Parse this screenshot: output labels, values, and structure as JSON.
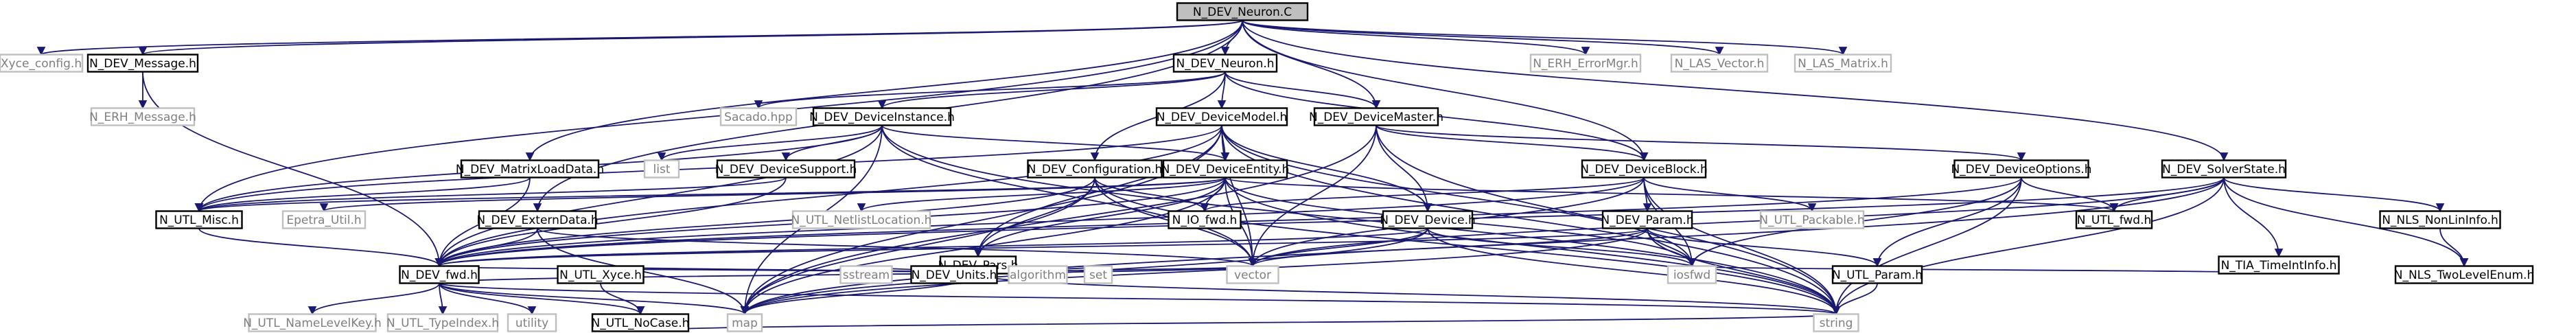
{
  "graph": {
    "root": "N_DEV_Neuron.C",
    "nodes": [
      {
        "id": "N_DEV_Neuron.C",
        "style": "root"
      },
      {
        "id": "Xyce_config.h",
        "style": "ext"
      },
      {
        "id": "N_DEV_Message.h",
        "style": "boxed"
      },
      {
        "id": "N_ERH_Message.h",
        "style": "ext"
      },
      {
        "id": "N_DEV_Neuron.h",
        "style": "boxed"
      },
      {
        "id": "Sacado.hpp",
        "style": "ext"
      },
      {
        "id": "N_DEV_DeviceInstance.h",
        "style": "boxed"
      },
      {
        "id": "N_DEV_DeviceModel.h",
        "style": "boxed"
      },
      {
        "id": "N_DEV_DeviceMaster.h",
        "style": "boxed"
      },
      {
        "id": "N_ERH_ErrorMgr.h",
        "style": "ext"
      },
      {
        "id": "N_LAS_Vector.h",
        "style": "ext"
      },
      {
        "id": "N_LAS_Matrix.h",
        "style": "ext"
      },
      {
        "id": "N_DEV_MatrixLoadData.h",
        "style": "boxed"
      },
      {
        "id": "list",
        "style": "ext"
      },
      {
        "id": "N_DEV_DeviceSupport.h",
        "style": "boxed"
      },
      {
        "id": "N_DEV_Configuration.h",
        "style": "boxed"
      },
      {
        "id": "N_DEV_DeviceEntity.h",
        "style": "boxed"
      },
      {
        "id": "N_DEV_DeviceBlock.h",
        "style": "boxed"
      },
      {
        "id": "N_DEV_DeviceOptions.h",
        "style": "boxed"
      },
      {
        "id": "N_DEV_SolverState.h",
        "style": "boxed"
      },
      {
        "id": "N_UTL_Misc.h",
        "style": "boxed"
      },
      {
        "id": "Epetra_Util.h",
        "style": "ext"
      },
      {
        "id": "N_DEV_ExternData.h",
        "style": "boxed"
      },
      {
        "id": "N_UTL_NetlistLocation.h",
        "style": "ext"
      },
      {
        "id": "N_DEV_Pars.h",
        "style": "boxed"
      },
      {
        "id": "N_IO_fwd.h",
        "style": "boxed"
      },
      {
        "id": "N_DEV_Device.h",
        "style": "boxed"
      },
      {
        "id": "N_DEV_Param.h",
        "style": "boxed"
      },
      {
        "id": "N_UTL_Packable.h",
        "style": "ext"
      },
      {
        "id": "N_UTL_fwd.h",
        "style": "boxed"
      },
      {
        "id": "N_TIA_TimeIntInfo.h",
        "style": "boxed"
      },
      {
        "id": "N_NLS_NonLinInfo.h",
        "style": "boxed"
      },
      {
        "id": "N_DEV_fwd.h",
        "style": "boxed"
      },
      {
        "id": "N_UTL_Xyce.h",
        "style": "boxed"
      },
      {
        "id": "sstream",
        "style": "ext"
      },
      {
        "id": "N_DEV_Units.h",
        "style": "boxed"
      },
      {
        "id": "algorithm",
        "style": "ext"
      },
      {
        "id": "set",
        "style": "ext"
      },
      {
        "id": "vector",
        "style": "ext"
      },
      {
        "id": "iosfwd",
        "style": "ext"
      },
      {
        "id": "N_UTL_Param.h",
        "style": "boxed"
      },
      {
        "id": "N_NLS_TwoLevelEnum.h",
        "style": "boxed"
      },
      {
        "id": "N_UTL_NameLevelKey.h",
        "style": "ext"
      },
      {
        "id": "N_UTL_TypeIndex.h",
        "style": "ext"
      },
      {
        "id": "utility",
        "style": "ext"
      },
      {
        "id": "N_UTL_NoCase.h",
        "style": "boxed"
      },
      {
        "id": "map",
        "style": "ext"
      },
      {
        "id": "string",
        "style": "ext"
      }
    ],
    "edges": [
      [
        "N_DEV_Neuron.C",
        "Xyce_config.h"
      ],
      [
        "N_DEV_Neuron.C",
        "N_DEV_Message.h"
      ],
      [
        "N_DEV_Neuron.C",
        "N_DEV_Neuron.h"
      ],
      [
        "N_DEV_Neuron.C",
        "N_DEV_DeviceMaster.h"
      ],
      [
        "N_DEV_Neuron.C",
        "N_ERH_ErrorMgr.h"
      ],
      [
        "N_DEV_Neuron.C",
        "N_LAS_Vector.h"
      ],
      [
        "N_DEV_Neuron.C",
        "N_LAS_Matrix.h"
      ],
      [
        "N_DEV_Neuron.C",
        "N_DEV_MatrixLoadData.h"
      ],
      [
        "N_DEV_Neuron.C",
        "N_DEV_ExternData.h"
      ],
      [
        "N_DEV_Neuron.C",
        "N_DEV_SolverState.h"
      ],
      [
        "N_DEV_Neuron.C",
        "N_UTL_Misc.h"
      ],
      [
        "N_DEV_Neuron.C",
        "N_DEV_DeviceBlock.h"
      ],
      [
        "N_DEV_Message.h",
        "N_ERH_Message.h"
      ],
      [
        "N_DEV_Message.h",
        "N_DEV_fwd.h"
      ],
      [
        "N_DEV_Neuron.h",
        "Sacado.hpp"
      ],
      [
        "N_DEV_Neuron.h",
        "N_DEV_DeviceInstance.h"
      ],
      [
        "N_DEV_Neuron.h",
        "N_DEV_DeviceModel.h"
      ],
      [
        "N_DEV_Neuron.h",
        "N_DEV_DeviceMaster.h"
      ],
      [
        "N_DEV_Neuron.h",
        "N_DEV_Configuration.h"
      ],
      [
        "N_DEV_Neuron.h",
        "N_DEV_DeviceBlock.h"
      ],
      [
        "N_DEV_DeviceInstance.h",
        "list"
      ],
      [
        "N_DEV_DeviceInstance.h",
        "N_DEV_DeviceSupport.h"
      ],
      [
        "N_DEV_DeviceInstance.h",
        "N_DEV_DeviceEntity.h"
      ],
      [
        "N_DEV_DeviceInstance.h",
        "N_UTL_Misc.h"
      ],
      [
        "N_DEV_DeviceInstance.h",
        "N_DEV_fwd.h"
      ],
      [
        "N_DEV_DeviceInstance.h",
        "vector"
      ],
      [
        "N_DEV_DeviceInstance.h",
        "map"
      ],
      [
        "N_DEV_DeviceInstance.h",
        "string"
      ],
      [
        "N_DEV_DeviceModel.h",
        "N_DEV_DeviceEntity.h"
      ],
      [
        "N_DEV_DeviceModel.h",
        "N_DEV_Pars.h"
      ],
      [
        "N_DEV_DeviceModel.h",
        "N_DEV_Device.h"
      ],
      [
        "N_DEV_DeviceModel.h",
        "N_UTL_Misc.h"
      ],
      [
        "N_DEV_DeviceModel.h",
        "vector"
      ],
      [
        "N_DEV_DeviceModel.h",
        "map"
      ],
      [
        "N_DEV_DeviceModel.h",
        "string"
      ],
      [
        "N_DEV_DeviceModel.h",
        "N_DEV_fwd.h"
      ],
      [
        "N_DEV_DeviceModel.h",
        "iosfwd"
      ],
      [
        "N_DEV_DeviceMaster.h",
        "N_DEV_Device.h"
      ],
      [
        "N_DEV_DeviceMaster.h",
        "N_DEV_DeviceBlock.h"
      ],
      [
        "N_DEV_DeviceMaster.h",
        "N_DEV_DeviceOptions.h"
      ],
      [
        "N_DEV_DeviceMaster.h",
        "vector"
      ],
      [
        "N_DEV_DeviceMaster.h",
        "map"
      ],
      [
        "N_DEV_DeviceMaster.h",
        "string"
      ],
      [
        "N_DEV_MatrixLoadData.h",
        "N_UTL_Misc.h"
      ],
      [
        "N_DEV_MatrixLoadData.h",
        "N_DEV_fwd.h"
      ],
      [
        "N_DEV_DeviceSupport.h",
        "N_UTL_Misc.h"
      ],
      [
        "N_DEV_DeviceSupport.h",
        "N_DEV_fwd.h"
      ],
      [
        "N_DEV_Configuration.h",
        "N_DEV_Pars.h"
      ],
      [
        "N_DEV_Configuration.h",
        "N_IO_fwd.h"
      ],
      [
        "N_DEV_Configuration.h",
        "N_DEV_fwd.h"
      ],
      [
        "N_DEV_Configuration.h",
        "vector"
      ],
      [
        "N_DEV_Configuration.h",
        "map"
      ],
      [
        "N_DEV_Configuration.h",
        "string"
      ],
      [
        "N_DEV_DeviceEntity.h",
        "N_UTL_Misc.h"
      ],
      [
        "N_DEV_DeviceEntity.h",
        "Epetra_Util.h"
      ],
      [
        "N_DEV_DeviceEntity.h",
        "N_UTL_NetlistLocation.h"
      ],
      [
        "N_DEV_DeviceEntity.h",
        "N_DEV_Pars.h"
      ],
      [
        "N_DEV_DeviceEntity.h",
        "N_IO_fwd.h"
      ],
      [
        "N_DEV_DeviceEntity.h",
        "N_UTL_fwd.h"
      ],
      [
        "N_DEV_DeviceEntity.h",
        "N_DEV_fwd.h"
      ],
      [
        "N_DEV_DeviceEntity.h",
        "vector"
      ],
      [
        "N_DEV_DeviceEntity.h",
        "map"
      ],
      [
        "N_DEV_DeviceEntity.h",
        "iosfwd"
      ],
      [
        "N_DEV_DeviceEntity.h",
        "string"
      ],
      [
        "N_DEV_DeviceBlock.h",
        "N_DEV_Param.h"
      ],
      [
        "N_DEV_DeviceBlock.h",
        "N_UTL_Packable.h"
      ],
      [
        "N_DEV_DeviceBlock.h",
        "N_IO_fwd.h"
      ],
      [
        "N_DEV_DeviceBlock.h",
        "N_DEV_fwd.h"
      ],
      [
        "N_DEV_DeviceBlock.h",
        "vector"
      ],
      [
        "N_DEV_DeviceBlock.h",
        "iosfwd"
      ],
      [
        "N_DEV_DeviceBlock.h",
        "string"
      ],
      [
        "N_DEV_DeviceOptions.h",
        "N_UTL_fwd.h"
      ],
      [
        "N_DEV_DeviceOptions.h",
        "N_UTL_Param.h"
      ],
      [
        "N_DEV_DeviceOptions.h",
        "N_DEV_fwd.h"
      ],
      [
        "N_DEV_DeviceOptions.h",
        "string"
      ],
      [
        "N_DEV_DeviceOptions.h",
        "iosfwd"
      ],
      [
        "N_DEV_SolverState.h",
        "N_UTL_fwd.h"
      ],
      [
        "N_DEV_SolverState.h",
        "N_TIA_TimeIntInfo.h"
      ],
      [
        "N_DEV_SolverState.h",
        "N_NLS_NonLinInfo.h"
      ],
      [
        "N_DEV_SolverState.h",
        "N_NLS_TwoLevelEnum.h"
      ],
      [
        "N_DEV_SolverState.h",
        "N_DEV_fwd.h"
      ],
      [
        "N_DEV_SolverState.h",
        "vector"
      ],
      [
        "N_DEV_SolverState.h",
        "map"
      ],
      [
        "N_DEV_SolverState.h",
        "string"
      ],
      [
        "N_DEV_ExternData.h",
        "N_DEV_fwd.h"
      ],
      [
        "N_DEV_ExternData.h",
        "vector"
      ],
      [
        "N_DEV_ExternData.h",
        "map"
      ],
      [
        "N_DEV_Pars.h",
        "N_UTL_Xyce.h"
      ],
      [
        "N_DEV_Pars.h",
        "sstream"
      ],
      [
        "N_DEV_Pars.h",
        "N_DEV_Units.h"
      ],
      [
        "N_DEV_Pars.h",
        "algorithm"
      ],
      [
        "N_DEV_Pars.h",
        "set"
      ],
      [
        "N_DEV_Pars.h",
        "vector"
      ],
      [
        "N_DEV_Pars.h",
        "map"
      ],
      [
        "N_DEV_Pars.h",
        "string"
      ],
      [
        "N_DEV_Pars.h",
        "N_DEV_fwd.h"
      ],
      [
        "N_DEV_Device.h",
        "N_DEV_fwd.h"
      ],
      [
        "N_DEV_Device.h",
        "vector"
      ],
      [
        "N_DEV_Device.h",
        "iosfwd"
      ],
      [
        "N_DEV_Device.h",
        "map"
      ],
      [
        "N_DEV_Device.h",
        "string"
      ],
      [
        "N_DEV_Param.h",
        "N_UTL_Param.h"
      ],
      [
        "N_DEV_Param.h",
        "N_DEV_fwd.h"
      ],
      [
        "N_DEV_Param.h",
        "vector"
      ],
      [
        "N_DEV_Param.h",
        "iosfwd"
      ],
      [
        "N_DEV_Param.h",
        "map"
      ],
      [
        "N_DEV_Param.h",
        "string"
      ],
      [
        "N_TIA_TimeIntInfo.h",
        "iosfwd"
      ],
      [
        "N_NLS_NonLinInfo.h",
        "N_NLS_TwoLevelEnum.h"
      ],
      [
        "N_UTL_Misc.h",
        "N_DEV_fwd.h"
      ],
      [
        "N_DEV_fwd.h",
        "N_UTL_NameLevelKey.h"
      ],
      [
        "N_DEV_fwd.h",
        "N_UTL_TypeIndex.h"
      ],
      [
        "N_DEV_fwd.h",
        "utility"
      ],
      [
        "N_DEV_fwd.h",
        "N_UTL_NoCase.h"
      ],
      [
        "N_DEV_fwd.h",
        "map"
      ],
      [
        "N_DEV_fwd.h",
        "vector"
      ],
      [
        "N_DEV_fwd.h",
        "string"
      ],
      [
        "N_UTL_NoCase.h",
        "string"
      ],
      [
        "N_UTL_Param.h",
        "string"
      ],
      [
        "N_UTL_Xyce.h",
        "N_UTL_NoCase.h"
      ]
    ]
  }
}
